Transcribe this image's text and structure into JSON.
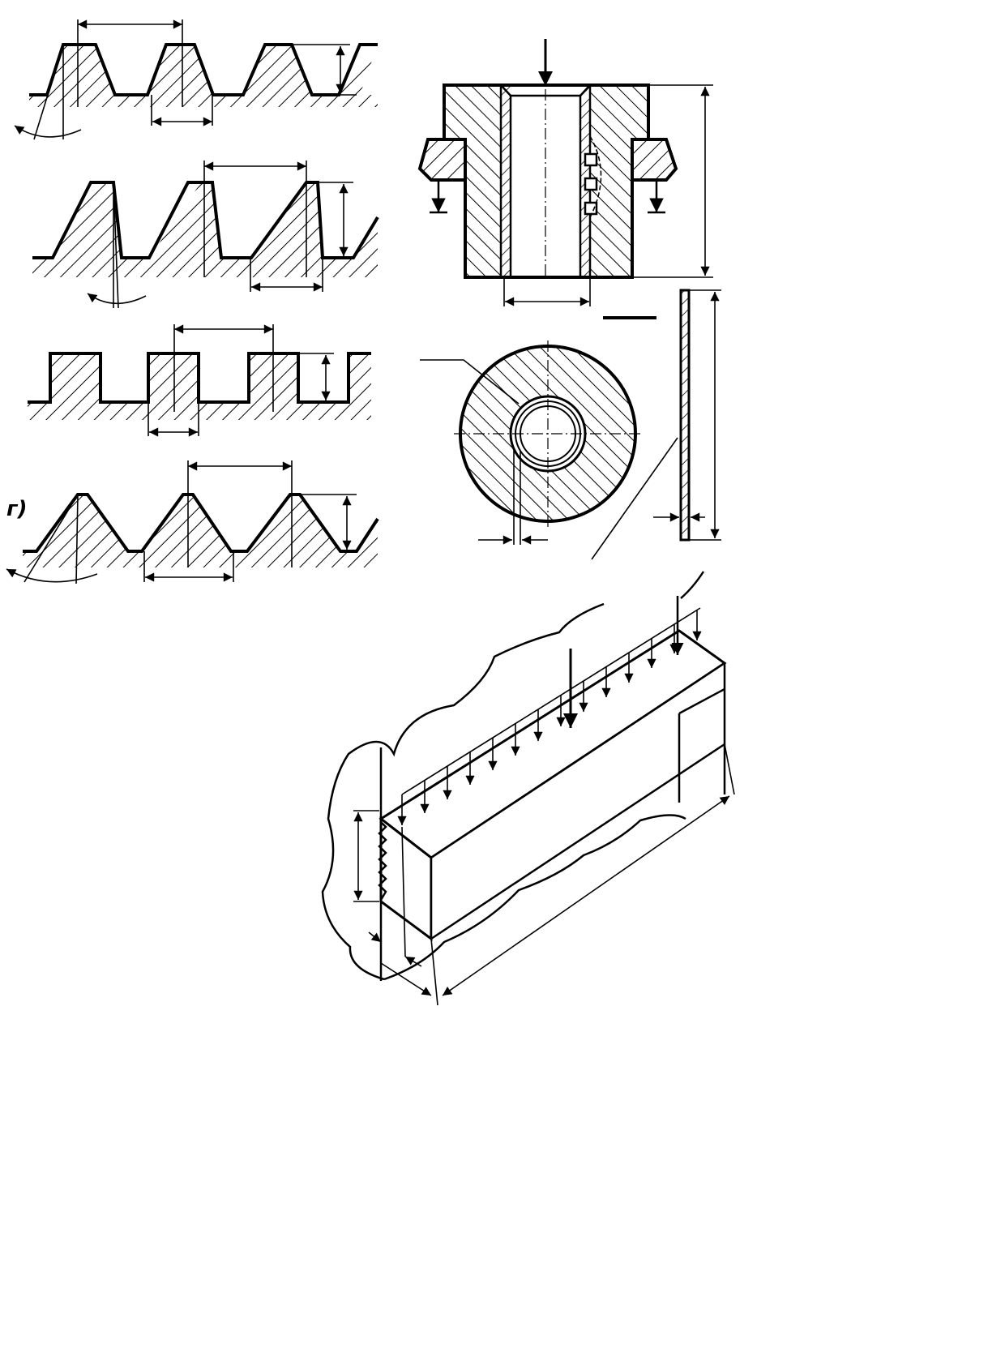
{
  "figure": {
    "thread_profiles": [
      {
        "id": "trapezoidal",
        "label": ""
      },
      {
        "id": "buttress",
        "label": ""
      },
      {
        "id": "square",
        "label": ""
      },
      {
        "id": "rounded-trapezoid",
        "label": "г)"
      }
    ],
    "views": [
      "nut-section",
      "washer-face",
      "washer-edge",
      "rack-bar-isometric"
    ]
  },
  "colors": {
    "ink": "#000000",
    "paper": "#ffffff"
  }
}
